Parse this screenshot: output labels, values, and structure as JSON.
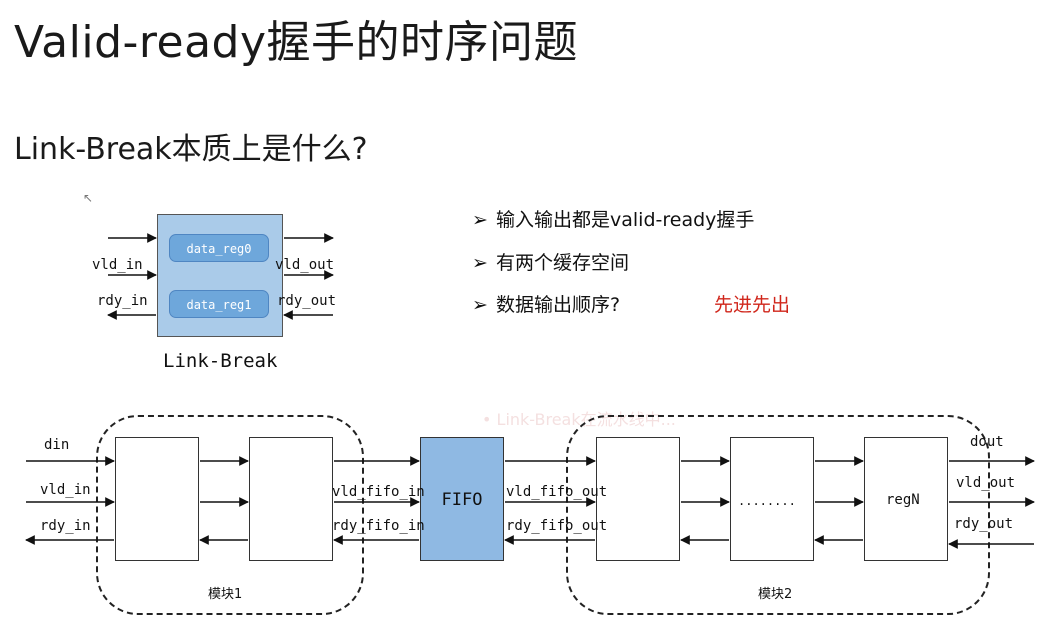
{
  "slide": {
    "title": "Valid-ready握手的时序问题",
    "subtitle": "Link-Break本质上是什么?"
  },
  "link_break": {
    "caption": "Link-Break",
    "reg0": "data_reg0",
    "reg1": "data_reg1",
    "vld_in": "vld_in",
    "rdy_in": "rdy_in",
    "vld_out": "vld_out",
    "rdy_out": "rdy_out"
  },
  "bullets": {
    "marker": "➢",
    "items": [
      "输入输出都是valid-ready握手",
      "有两个缓存空间",
      "数据输出顺序?"
    ],
    "answer": "先进先出"
  },
  "pipeline": {
    "din": "din",
    "vld_in": "vld_in",
    "rdy_in": "rdy_in",
    "vld_fifo_in": "vld_fifo_in",
    "rdy_fifo_in": "rdy_fifo_in",
    "fifo": "FIFO",
    "vld_fifo_out": "vld_fifo_out",
    "rdy_fifo_out": "rdy_fifo_out",
    "dots": "........",
    "regN": "regN",
    "dout": "dout",
    "vld_out": "vld_out",
    "rdy_out": "rdy_out",
    "module1": "模块1",
    "module2": "模块2",
    "faint_text": "• Link-Break在流水线中..."
  }
}
